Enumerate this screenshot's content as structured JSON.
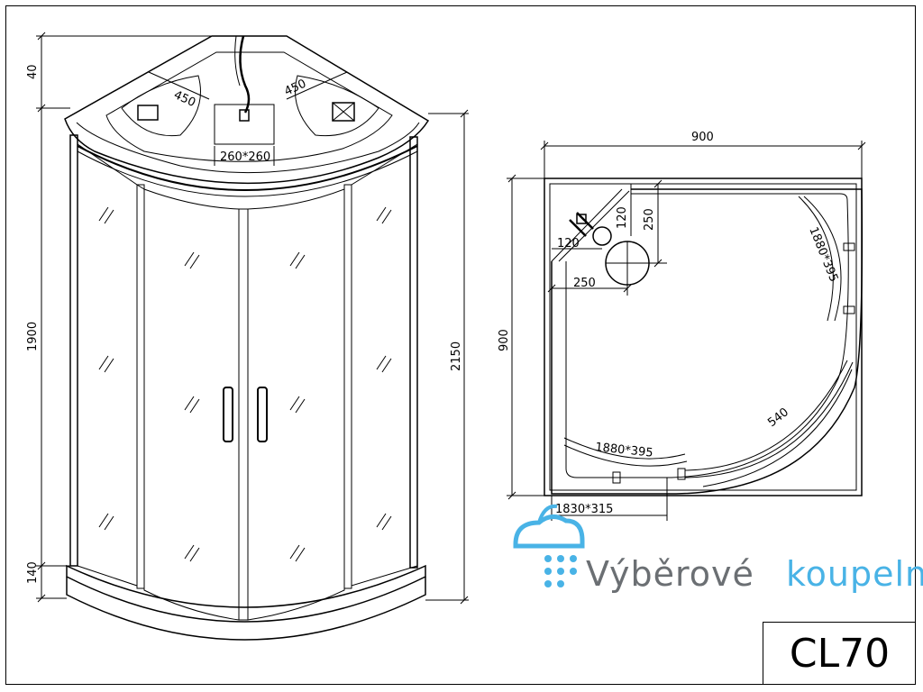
{
  "front_view": {
    "dim_top": "40",
    "dim_height": "1900",
    "dim_bottom": "140",
    "dim_total": "2150",
    "roof_left": "450",
    "roof_right": "450",
    "roof_panel": "260*260"
  },
  "plan_view": {
    "dim_width": "900",
    "dim_depth": "900",
    "dim_250_vertical": "250",
    "dim_120_vertical": "120",
    "dim_120_horizontal": "120",
    "dim_250_horizontal": "250",
    "dim_side_glass": "1880*395",
    "dim_front_glass": "1880*395",
    "dim_arc": "540",
    "dim_base": "1830*315"
  },
  "brand": {
    "name_part1": "Výběrové",
    "name_part2": "koupelny",
    "gray_color": "#6b6f73",
    "blue_color": "#49b3e6"
  },
  "model": "CL70"
}
